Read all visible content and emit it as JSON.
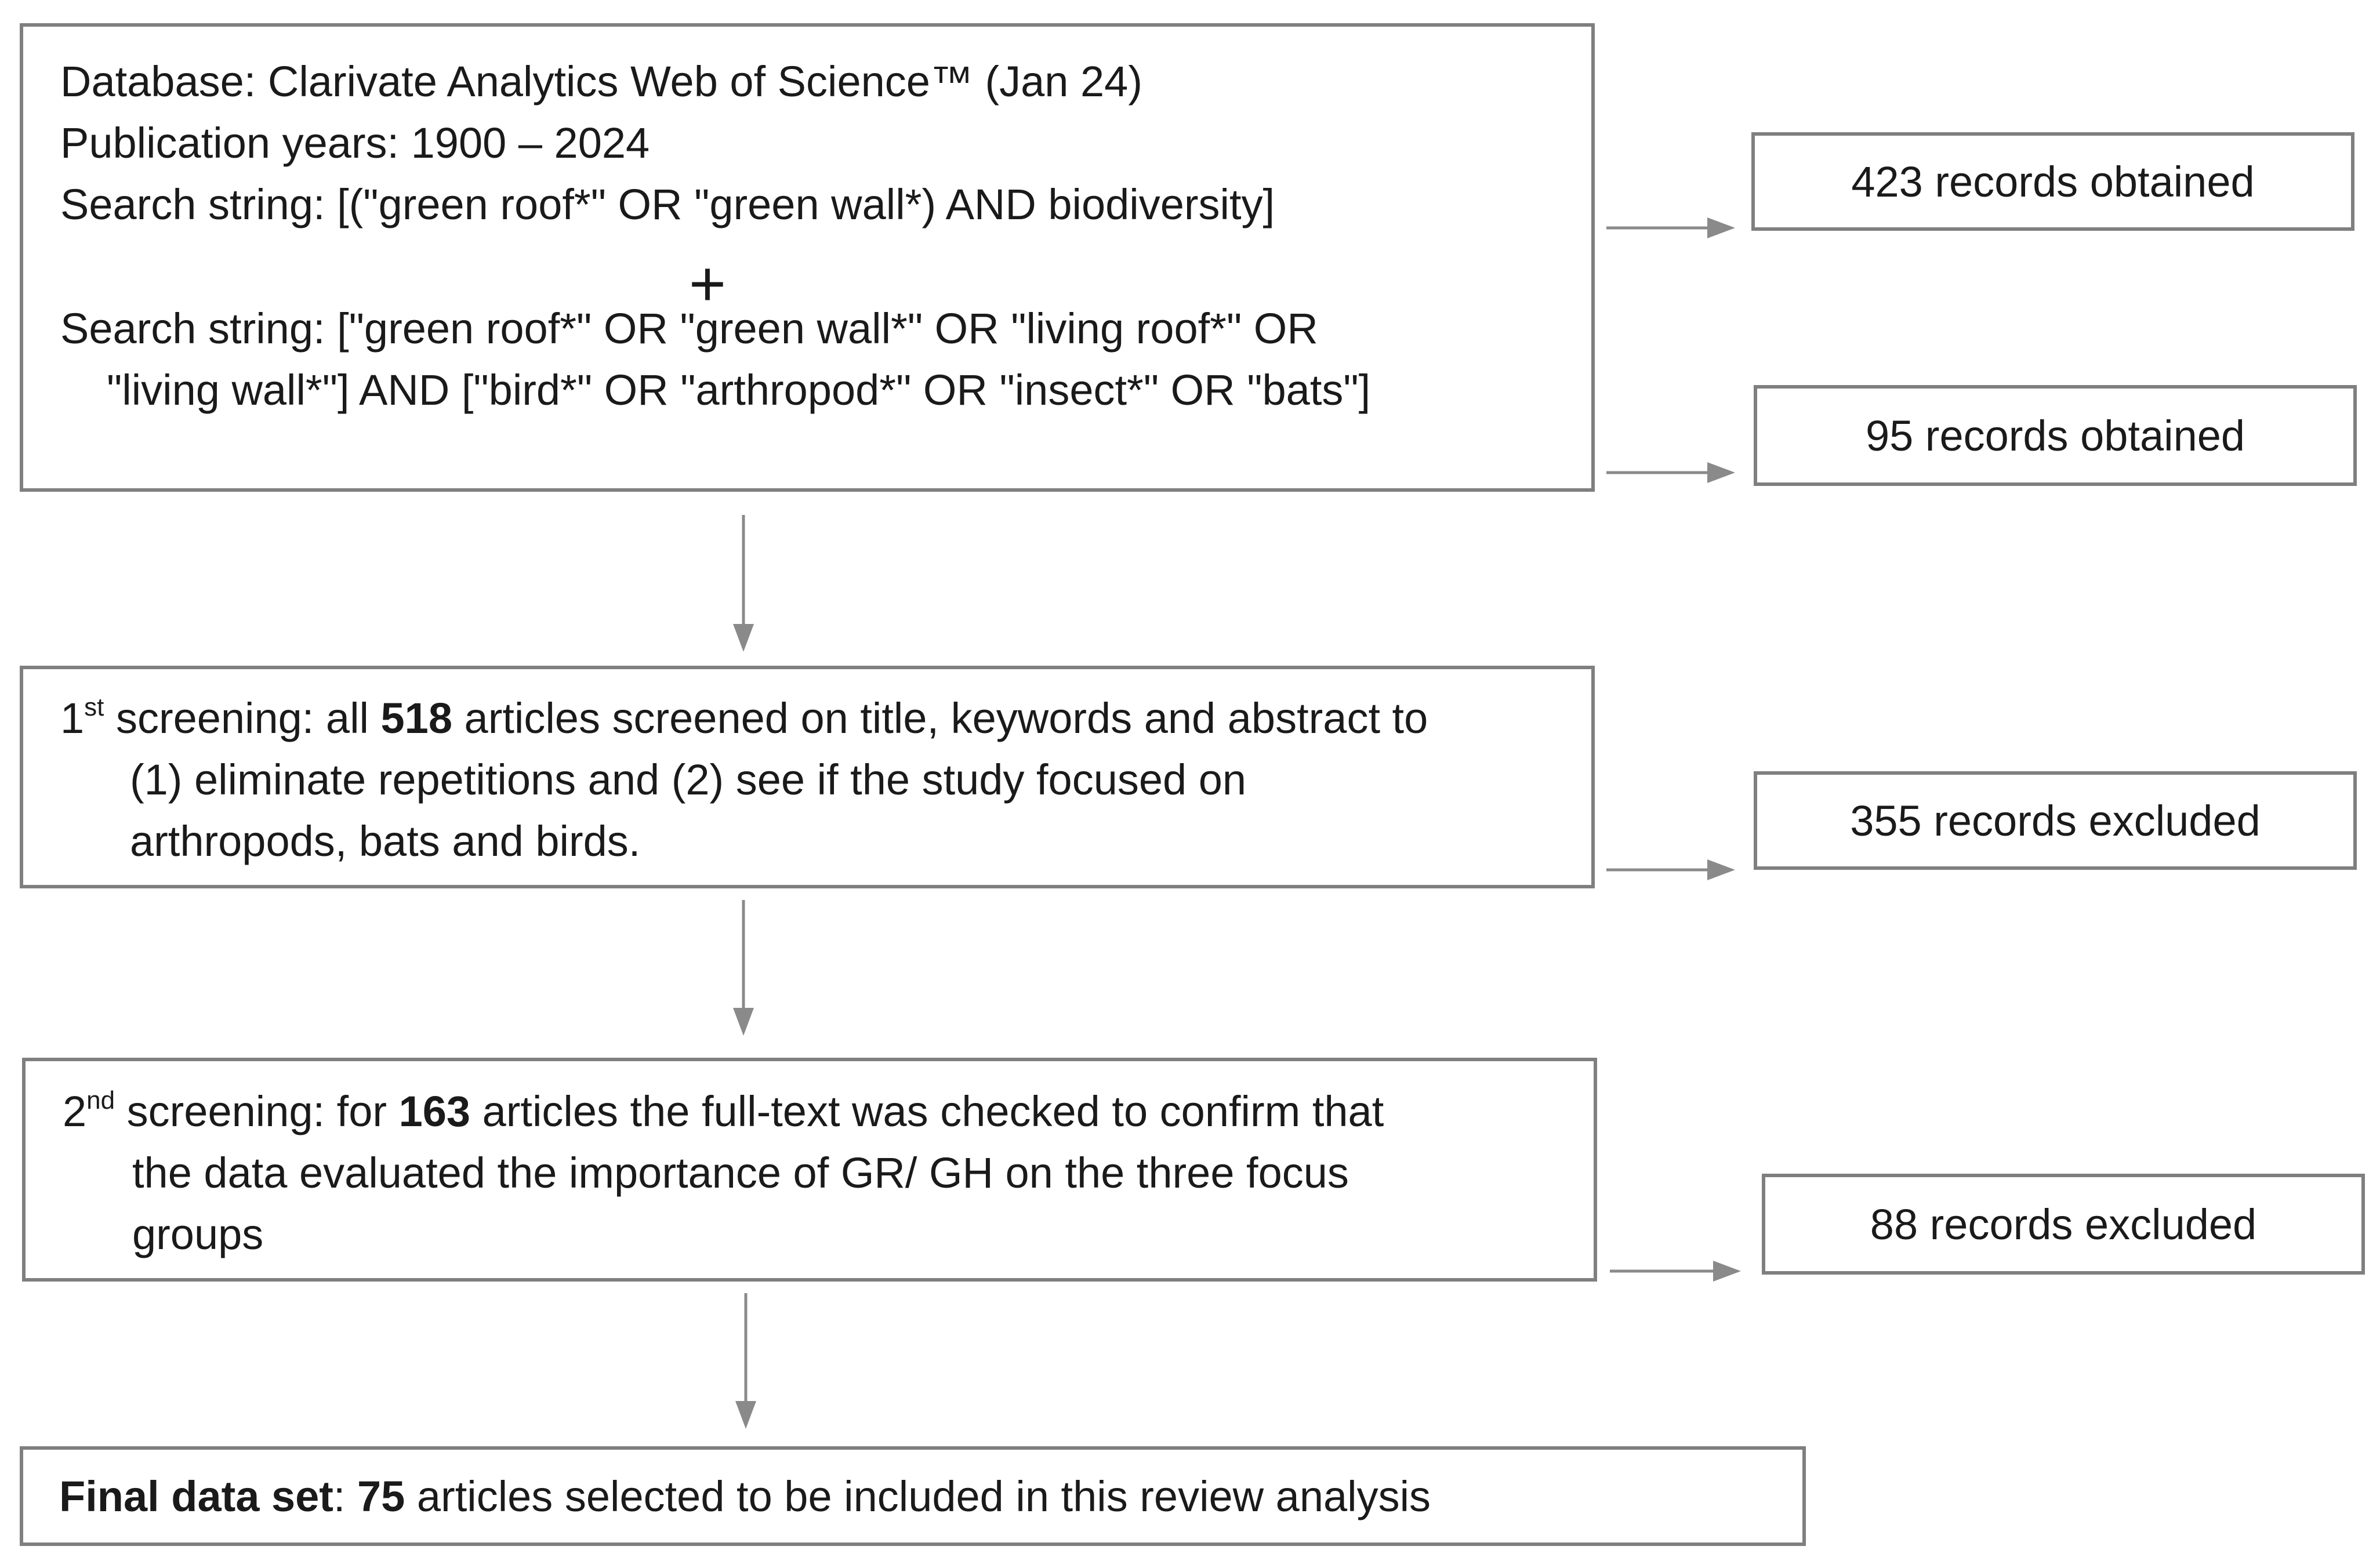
{
  "search_box": {
    "line1": "Database: Clarivate Analytics Web of Science™ (Jan 24)",
    "line2": "Publication years: 1900 – 2024",
    "line3": "Search string: [(\"green roof*\" OR \"green wall*) AND biodiversity]",
    "plus": "+",
    "line4": "Search string: [\"green roof*\" OR \"green wall*\" OR \"living roof*\" OR",
    "line5": "\"living wall*\"] AND [\"bird*\" OR \"arthropod*\" OR \"insect*\" OR \"bats\"]"
  },
  "result1": "423 records obtained",
  "result2": "95 records obtained",
  "screening1": {
    "ordinal_num": "1",
    "ordinal_sup": "st",
    "pre": " screening: all ",
    "count": "518",
    "post": " articles screened on title, keywords and abstract to",
    "line2": "(1) eliminate repetitions and (2) see if the study focused on",
    "line3": "arthropods, bats and birds."
  },
  "excluded1": "355 records excluded",
  "screening2": {
    "ordinal_num": "2",
    "ordinal_sup": "nd",
    "pre": " screening: for ",
    "count": "163",
    "post": " articles the full-text was checked to confirm that",
    "line2": "the data evaluated the importance of GR/ GH on the three focus",
    "line3": "groups"
  },
  "excluded2": "88 records excluded",
  "final": {
    "label": "Final data set",
    "sep": ": ",
    "count": "75",
    "post": " articles selected to be included in this review analysis"
  },
  "colors": {
    "border": "#7f7f7f",
    "arrow": "#8a8a8a",
    "text": "#1a1a1a"
  }
}
